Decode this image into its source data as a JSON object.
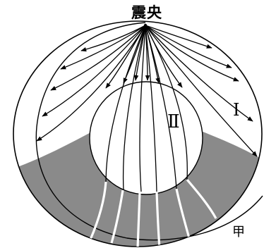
{
  "labels": {
    "epicenter": "震央",
    "region_II": "Ⅱ",
    "region_I": "Ⅰ",
    "point_jia": "甲"
  },
  "colors": {
    "shadow_zone": "#8a8a8a",
    "lines": "#000000",
    "inner_rays": "#ffffff",
    "background": "#ffffff"
  }
}
